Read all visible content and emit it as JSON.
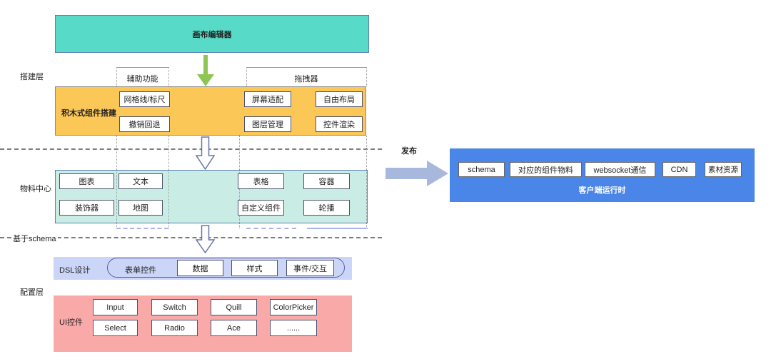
{
  "diagram": {
    "canvas_editor": "画布编辑器",
    "publish_label": "发布",
    "layer_labels": {
      "build_layer": "搭建层",
      "material_center": "物料中心",
      "based_on_schema": "基于schema",
      "config_layer": "配置层"
    },
    "build": {
      "title": "积木式组件搭建",
      "aux_group": "辅助功能",
      "drag_group": "拖拽器",
      "items": [
        "网格线/标尺",
        "撤销回退",
        "屏幕适配",
        "自由布局",
        "图层管理",
        "控件渲染"
      ]
    },
    "material": {
      "items": [
        "图表",
        "文本",
        "表格",
        "容器",
        "装饰器",
        "地图",
        "自定义组件",
        "轮播"
      ]
    },
    "dsl": {
      "title": "DSL设计",
      "form_control": "表单控件",
      "items": [
        "数据",
        "样式",
        "事件/交互"
      ]
    },
    "ui_controls": {
      "title": "UI控件",
      "items": [
        "Input",
        "Switch",
        "Quill",
        "ColorPicker",
        "Select",
        "Radio",
        "Ace",
        "......"
      ]
    },
    "runtime": {
      "title": "客户端运行时",
      "items": [
        "schema",
        "对应的组件物料",
        "websocket通信",
        "CDN",
        "素材资源"
      ]
    },
    "colors": {
      "canvas_teal": "#57DBC8",
      "build_orange": "#FBC757",
      "material_mint": "#C9EDE4",
      "dsl_lavender": "#CBD5F7",
      "config_pink": "#FAA9A9",
      "runtime_blue": "#4A86E8",
      "arrow_green": "#8DC653",
      "publish_arrow_gray": "#A8B8DC"
    }
  }
}
